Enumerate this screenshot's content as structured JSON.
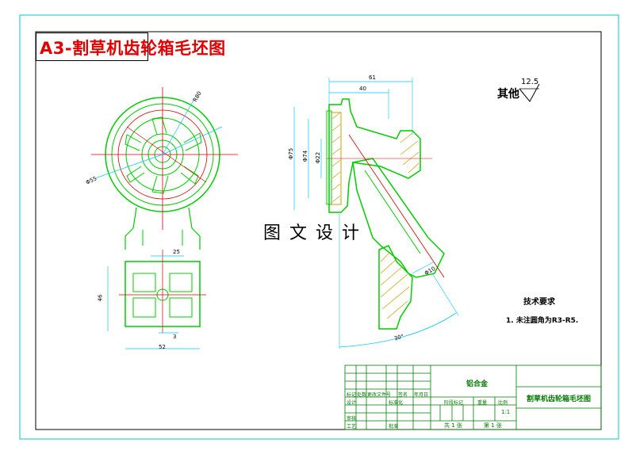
{
  "drawing": {
    "title": "A3-割草机齿轮箱毛坯图",
    "watermark": "图文设计",
    "roughness": {
      "label": "其他",
      "value": "12.5"
    },
    "tech_requirements": {
      "heading": "技术要求",
      "items": [
        "1. 未注圆角为R3-R5."
      ]
    }
  },
  "title_block": {
    "material": "铝合金",
    "drawing_name": "割草机齿轮箱毛坯图",
    "scale": "1:1",
    "sheet_total": "共 1 张",
    "sheet_no": "第 1 张",
    "row_labels": {
      "mark": "标记",
      "count": "处数",
      "zone": "分区",
      "change_doc": "更改文件号",
      "signature": "签名",
      "date": "年月日"
    },
    "approval_labels": {
      "design": "设计",
      "standardize": "标准化",
      "stage_mark": "阶段标记",
      "weight": "重量",
      "ratio": "比例",
      "review": "审核",
      "process": "工艺",
      "approve": "批准"
    }
  },
  "dimensions": {
    "top_width": "61",
    "inner_width": "40",
    "dia_outer": "Φ75",
    "dia_mid": "Φ74",
    "dia_inner": "Φ22",
    "radius": "R80",
    "phi_side": "Φ55",
    "boss_width": "25",
    "plate_height": "46",
    "plate_width": "52",
    "small_3": "3",
    "arm_width": "Φ10",
    "angle": "30°"
  },
  "colors": {
    "outline": "#00cc00",
    "centerline": "#ff0000",
    "dimension": "#00c8ff",
    "section": "#c8a000",
    "frame": "#000000"
  }
}
